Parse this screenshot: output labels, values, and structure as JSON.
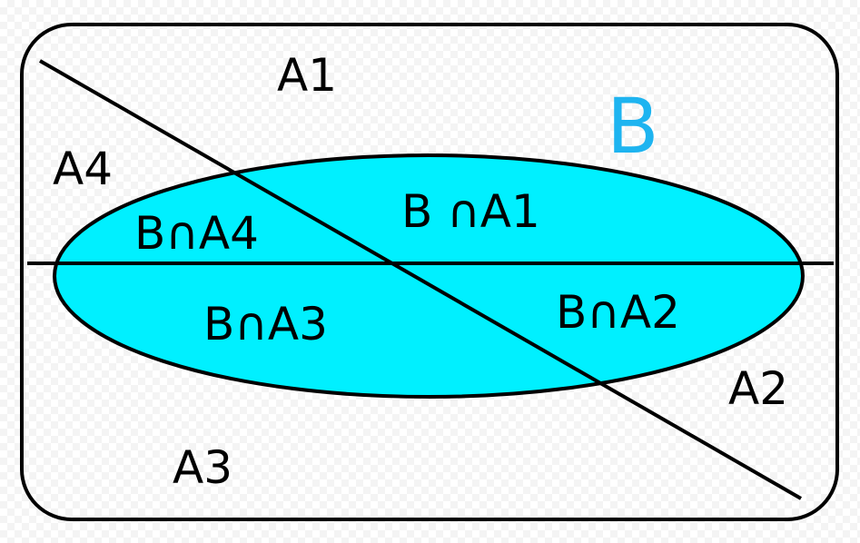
{
  "diagram": {
    "set_label": "B",
    "partition_labels": {
      "a1": "A1",
      "a2": "A2",
      "a3": "A3",
      "a4": "A4"
    },
    "intersection_labels": {
      "b_a1": "B ∩A1",
      "b_a2": "B∩A2",
      "b_a3": "B∩A3",
      "b_a4": "B∩A4"
    },
    "colors": {
      "ellipse_fill": "#00f0ff",
      "set_label": "#1eb4f0",
      "stroke": "#000000"
    }
  }
}
